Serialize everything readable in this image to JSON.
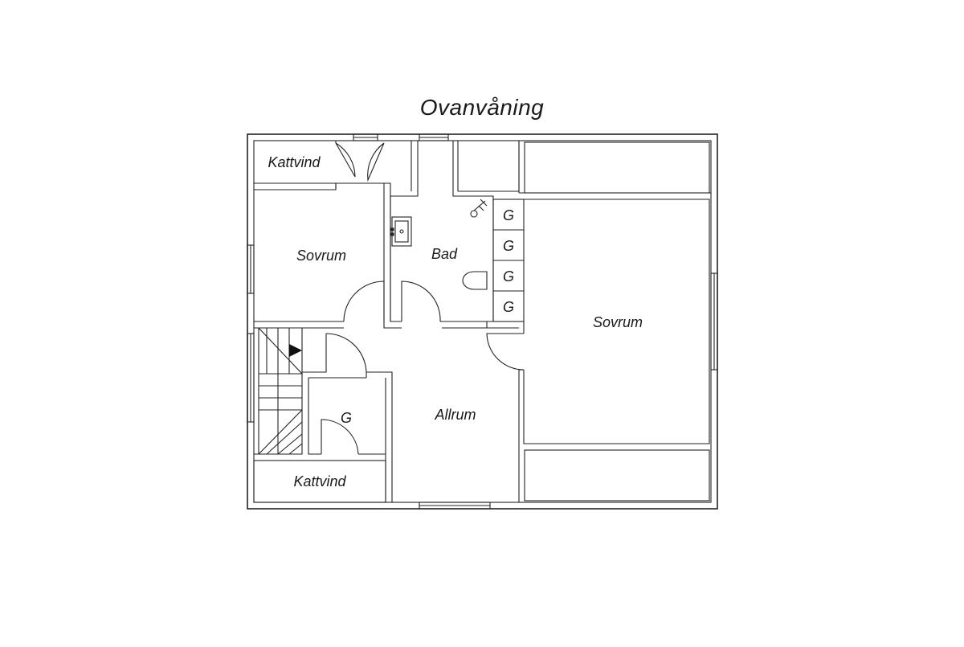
{
  "title": "Ovanvåning",
  "rooms": {
    "kattvind_top": "Kattvind",
    "sovrum_left": "Sovrum",
    "bad": "Bad",
    "g_closet_1": "G",
    "g_closet_2": "G",
    "g_closet_3": "G",
    "g_closet_4": "G",
    "sovrum_right": "Sovrum",
    "g_small": "G",
    "allrum": "Allrum",
    "kattvind_bottom": "Kattvind"
  },
  "icons": {
    "stair_arrow": "triangle-right-icon",
    "sink": "sink-icon",
    "toilet": "toilet-icon",
    "shower": "shower-icon"
  },
  "colors": {
    "line": "#222222",
    "background": "#ffffff"
  }
}
